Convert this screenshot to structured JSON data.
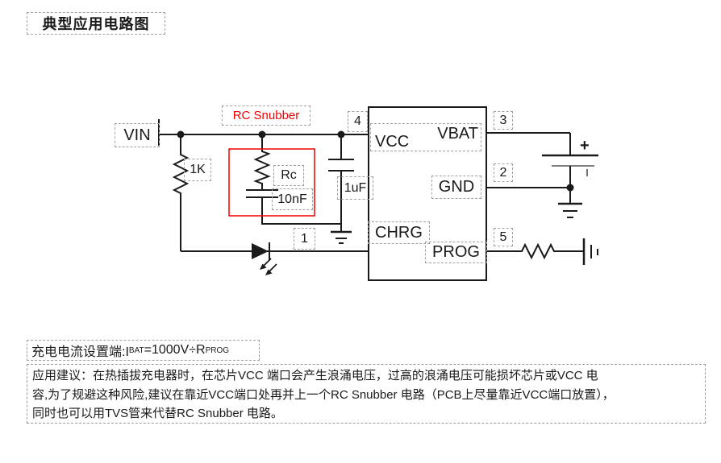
{
  "title": "典型应用电路图",
  "colors": {
    "wire": "#1a1a1a",
    "accent_red": "#f20000",
    "dashed_box_gray": "#a0a0a0"
  },
  "circuit": {
    "input_label": "VIN",
    "snubber_label": "RC Snubber",
    "components": {
      "pullup_resistor": "1K",
      "snubber_resistor": "Rc",
      "snubber_capacitor": "10nF",
      "input_capacitor": "1uF"
    },
    "ic": {
      "pin_vcc": "VCC",
      "pin_vbat": "VBAT",
      "pin_gnd": "GND",
      "pin_chrg": "CHRG",
      "pin_prog": "PROG",
      "num_vcc": "4",
      "num_vbat": "3",
      "num_gnd": "2",
      "num_chrg": "1",
      "num_prog": "5"
    },
    "battery_plus": "+"
  },
  "formula": {
    "prefix": "充电电流设置端:I",
    "sub1": "BAT",
    "mid": "=1000V÷R",
    "sub2": "PROG"
  },
  "notes": {
    "lines": [
      "应用建议：在热插拔充电器时，在芯片VCC 端口会产生浪涌电压，过高的浪涌电压可能损坏芯片或VCC 电",
      "容,为了规避这种风险,建议在靠近VCC端口处再并上一个RC Snubber 电路（PCB上尽量靠近VCC端口放置），",
      "同时也可以用TVS管来代替RC Snubber 电路。"
    ]
  }
}
